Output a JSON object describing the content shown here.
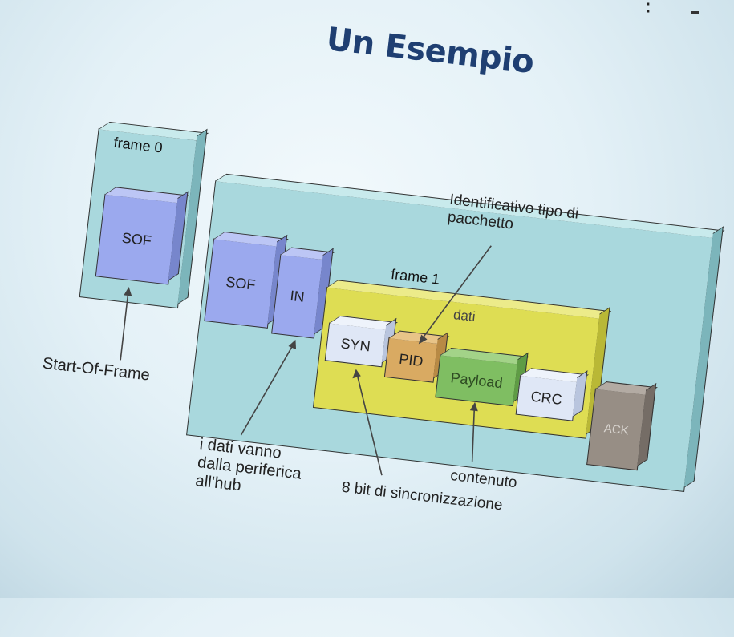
{
  "slide": {
    "title": "Un Esempio",
    "frame0_label": "frame 0",
    "frame1_label": "frame 1",
    "dati_label": "dati"
  },
  "packets": {
    "sof0": "SOF",
    "sof1": "SOF",
    "in": "IN",
    "syn": "SYN",
    "pid": "PID",
    "payload": "Payload",
    "crc": "CRC",
    "ack": "ACK"
  },
  "annotations": {
    "start_of_frame": "Start-Of-Frame",
    "dati_line1": "i   dati   vanno",
    "dati_line2": "dalla periferica",
    "dati_line3": "all'hub",
    "sync": "8 bit di sincronizzazione",
    "contenuto": "contenuto",
    "pid_line1": "Identificativo    tipo    di",
    "pid_line2": "pacchetto"
  },
  "colors": {
    "title": "#1f3f72",
    "frame_tray": "#a9d8dd",
    "packet_blue": "#9ba9ee",
    "dati_yellow": "#dedd53",
    "pid_orange": "#d9aa62",
    "payload_green": "#7fbe62",
    "ack_gray": "#978e85"
  },
  "menu_icon": "vertical-dots-icon",
  "minimize_icon": "minimize-icon"
}
